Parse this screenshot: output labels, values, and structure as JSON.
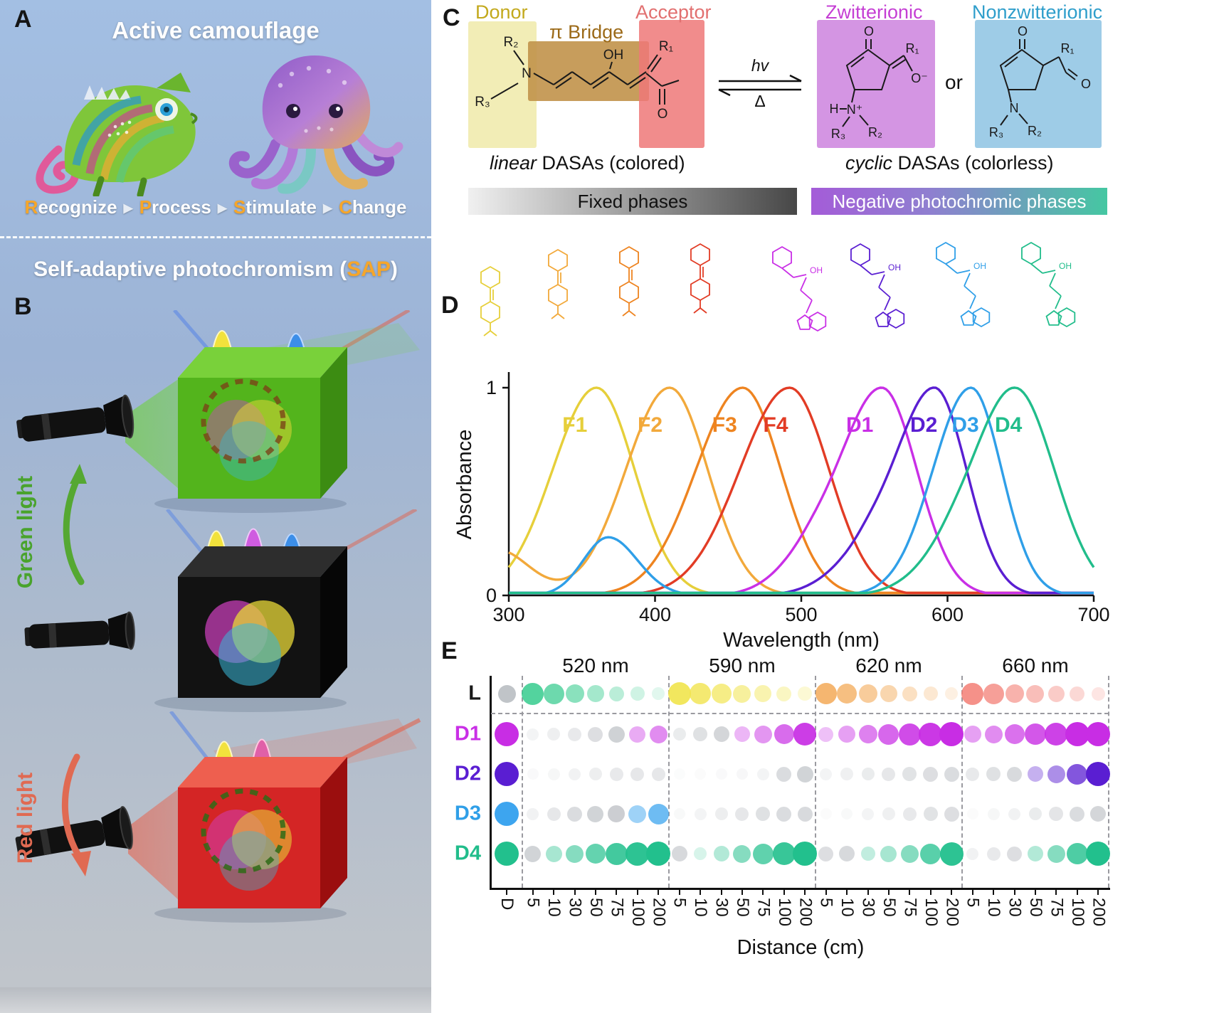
{
  "figure": {
    "panel_labels": {
      "A": "A",
      "B": "B",
      "C": "C",
      "D": "D",
      "E": "E"
    }
  },
  "panelA": {
    "title": "Active camouflage",
    "steps": [
      {
        "head": "R",
        "rest": "ecognize"
      },
      {
        "head": "P",
        "rest": "rocess"
      },
      {
        "head": "S",
        "rest": "timulate"
      },
      {
        "head": "C",
        "rest": "hange"
      }
    ],
    "step_separator": "▶"
  },
  "panelB": {
    "title_prefix": "Self-adaptive photochromism (",
    "title_accent": "SAP",
    "title_suffix": ")",
    "green_label": "Green light",
    "red_label": "Red light"
  },
  "panelC": {
    "donor": "Donor",
    "bridge": "π Bridge",
    "acceptor": "Acceptor",
    "zwitterionic": "Zwitterionic",
    "nonzwitterionic": "Nonzwitterionic",
    "hv": "hv",
    "delta": "Δ",
    "or": "or",
    "linear_italic": "linear",
    "linear_caption": " DASAs (colored)",
    "cyclic_italic": "cyclic",
    "cyclic_caption": " DASAs (colorless)",
    "fixed_phases": "Fixed phases",
    "negative_phases": "Negative photochromic phases",
    "atoms": {
      "r1": "R₁",
      "r2": "R₂",
      "r3": "R₃",
      "n": "N",
      "nplus": "N⁺",
      "oh": "OH",
      "o": "O",
      "ominus": "O⁻",
      "h": "H"
    }
  },
  "chart_data": {
    "type": "line",
    "title": "",
    "xlabel": "Wavelength (nm)",
    "ylabel": "Absorbance",
    "xlim": [
      300,
      700
    ],
    "ylim": [
      0,
      1
    ],
    "xticks": [
      300,
      400,
      500,
      600,
      700
    ],
    "yticks": [
      0,
      1
    ],
    "grid": false,
    "series": [
      {
        "name": "F1",
        "color": "#e6cf3a",
        "peaks": [
          {
            "mu": 360,
            "sl": 30,
            "sr": 26,
            "h": 1
          }
        ]
      },
      {
        "name": "F2",
        "color": "#f2a93b",
        "peaks": [
          {
            "mu": 410,
            "sl": 30,
            "sr": 26,
            "h": 1
          },
          {
            "mu": 292,
            "sl": 16,
            "sr": 22,
            "h": 0.22
          }
        ]
      },
      {
        "name": "F3",
        "color": "#ee8420",
        "peaks": [
          {
            "mu": 460,
            "sl": 32,
            "sr": 26,
            "h": 1
          }
        ]
      },
      {
        "name": "F4",
        "color": "#e23c25",
        "peaks": [
          {
            "mu": 492,
            "sl": 34,
            "sr": 27,
            "h": 1
          }
        ]
      },
      {
        "name": "D1",
        "color": "#c92fe6",
        "peaks": [
          {
            "mu": 555,
            "sl": 30,
            "sr": 24,
            "h": 1
          },
          {
            "mu": 502,
            "sl": 22,
            "sr": 16,
            "h": 0.1
          }
        ]
      },
      {
        "name": "D2",
        "color": "#5a1ed2",
        "peaks": [
          {
            "mu": 591,
            "sl": 28,
            "sr": 22,
            "h": 1
          },
          {
            "mu": 540,
            "sl": 24,
            "sr": 16,
            "h": 0.12
          }
        ]
      },
      {
        "name": "D3",
        "color": "#2f9fe8",
        "peaks": [
          {
            "mu": 616,
            "sl": 26,
            "sr": 21,
            "h": 1
          },
          {
            "mu": 368,
            "sl": 17,
            "sr": 20,
            "h": 0.28
          }
        ]
      },
      {
        "name": "D4",
        "color": "#21bd8b",
        "peaks": [
          {
            "mu": 646,
            "sl": 30,
            "sr": 27,
            "h": 1
          },
          {
            "mu": 596,
            "sl": 24,
            "sr": 16,
            "h": 0.08
          }
        ]
      }
    ]
  },
  "panelE": {
    "wavelength_headers": [
      "520 nm",
      "590 nm",
      "620 nm",
      "660 nm"
    ],
    "xlabel": "Distance (cm)",
    "distance_ticks": [
      "D",
      "5",
      "10",
      "30",
      "50",
      "75",
      "100",
      "200",
      "5",
      "10",
      "30",
      "50",
      "75",
      "100",
      "200",
      "5",
      "10",
      "30",
      "50",
      "75",
      "100",
      "200",
      "5",
      "10",
      "30",
      "50",
      "75",
      "100",
      "200"
    ],
    "palette": {
      "gray": "#8d939b",
      "green": "#35cb8d",
      "yellow": "#f1e44d",
      "orange": "#f2a44c",
      "red": "#f37e74",
      "magenta": "#c82de4",
      "indigo": "#5a1ed2",
      "blue": "#3da5ef",
      "teal": "#22c08d"
    },
    "rows": [
      {
        "label": "L",
        "color": "#1a1a1a",
        "dots": [
          [
            "gray",
            0.55
          ],
          [
            "green",
            0.85
          ],
          [
            "green",
            0.72
          ],
          [
            "green",
            0.58
          ],
          [
            "green",
            0.45
          ],
          [
            "green",
            0.34
          ],
          [
            "green",
            0.24
          ],
          [
            "green",
            0.15
          ],
          [
            "yellow",
            0.9
          ],
          [
            "yellow",
            0.8
          ],
          [
            "yellow",
            0.68
          ],
          [
            "yellow",
            0.55
          ],
          [
            "yellow",
            0.45
          ],
          [
            "yellow",
            0.34
          ],
          [
            "yellow",
            0.24
          ],
          [
            "orange",
            0.8
          ],
          [
            "orange",
            0.7
          ],
          [
            "orange",
            0.56
          ],
          [
            "orange",
            0.45
          ],
          [
            "orange",
            0.34
          ],
          [
            "orange",
            0.25
          ],
          [
            "orange",
            0.16
          ],
          [
            "red",
            0.85
          ],
          [
            "red",
            0.74
          ],
          [
            "red",
            0.6
          ],
          [
            "red",
            0.5
          ],
          [
            "red",
            0.4
          ],
          [
            "red",
            0.3
          ],
          [
            "red",
            0.2
          ]
        ]
      },
      {
        "label": "D1",
        "color": "#c92fe6",
        "dots": [
          [
            "magenta",
            1
          ],
          [
            "gray",
            0.1
          ],
          [
            "gray",
            0.15
          ],
          [
            "gray",
            0.2
          ],
          [
            "gray",
            0.3
          ],
          [
            "gray",
            0.42
          ],
          [
            "magenta",
            0.4
          ],
          [
            "magenta",
            0.55
          ],
          [
            "gray",
            0.18
          ],
          [
            "gray",
            0.28
          ],
          [
            "gray",
            0.38
          ],
          [
            "magenta",
            0.35
          ],
          [
            "magenta",
            0.5
          ],
          [
            "magenta",
            0.7
          ],
          [
            "magenta",
            0.92
          ],
          [
            "magenta",
            0.3
          ],
          [
            "magenta",
            0.45
          ],
          [
            "magenta",
            0.6
          ],
          [
            "magenta",
            0.72
          ],
          [
            "magenta",
            0.85
          ],
          [
            "magenta",
            0.95
          ],
          [
            "magenta",
            1
          ],
          [
            "magenta",
            0.45
          ],
          [
            "magenta",
            0.55
          ],
          [
            "magenta",
            0.68
          ],
          [
            "magenta",
            0.8
          ],
          [
            "magenta",
            0.9
          ],
          [
            "magenta",
            1
          ],
          [
            "magenta",
            1
          ]
        ]
      },
      {
        "label": "D2",
        "color": "#5a1ed2",
        "dots": [
          [
            "indigo",
            1
          ],
          [
            "gray",
            0.05
          ],
          [
            "gray",
            0.08
          ],
          [
            "gray",
            0.12
          ],
          [
            "gray",
            0.16
          ],
          [
            "gray",
            0.2
          ],
          [
            "gray",
            0.22
          ],
          [
            "gray",
            0.22
          ],
          [
            "gray",
            0.03
          ],
          [
            "gray",
            0.04
          ],
          [
            "gray",
            0.05
          ],
          [
            "gray",
            0.07
          ],
          [
            "gray",
            0.1
          ],
          [
            "gray",
            0.32
          ],
          [
            "gray",
            0.4
          ],
          [
            "gray",
            0.1
          ],
          [
            "gray",
            0.14
          ],
          [
            "gray",
            0.18
          ],
          [
            "gray",
            0.22
          ],
          [
            "gray",
            0.26
          ],
          [
            "gray",
            0.3
          ],
          [
            "gray",
            0.32
          ],
          [
            "gray",
            0.2
          ],
          [
            "gray",
            0.28
          ],
          [
            "gray",
            0.34
          ],
          [
            "indigo",
            0.35
          ],
          [
            "indigo",
            0.5
          ],
          [
            "indigo",
            0.75
          ],
          [
            "indigo",
            1
          ]
        ]
      },
      {
        "label": "D3",
        "color": "#2f9fe8",
        "dots": [
          [
            "blue",
            1
          ],
          [
            "gray",
            0.12
          ],
          [
            "gray",
            0.22
          ],
          [
            "gray",
            0.32
          ],
          [
            "gray",
            0.4
          ],
          [
            "gray",
            0.45
          ],
          [
            "blue",
            0.5
          ],
          [
            "blue",
            0.75
          ],
          [
            "gray",
            0.06
          ],
          [
            "gray",
            0.1
          ],
          [
            "gray",
            0.16
          ],
          [
            "gray",
            0.22
          ],
          [
            "gray",
            0.28
          ],
          [
            "gray",
            0.32
          ],
          [
            "gray",
            0.34
          ],
          [
            "gray",
            0.04
          ],
          [
            "gray",
            0.06
          ],
          [
            "gray",
            0.1
          ],
          [
            "gray",
            0.14
          ],
          [
            "gray",
            0.2
          ],
          [
            "gray",
            0.26
          ],
          [
            "gray",
            0.3
          ],
          [
            "gray",
            0.04
          ],
          [
            "gray",
            0.08
          ],
          [
            "gray",
            0.12
          ],
          [
            "gray",
            0.18
          ],
          [
            "gray",
            0.24
          ],
          [
            "gray",
            0.32
          ],
          [
            "gray",
            0.38
          ]
        ]
      },
      {
        "label": "D4",
        "color": "#21bd8b",
        "dots": [
          [
            "teal",
            1
          ],
          [
            "gray",
            0.4
          ],
          [
            "teal",
            0.4
          ],
          [
            "teal",
            0.55
          ],
          [
            "teal",
            0.7
          ],
          [
            "teal",
            0.85
          ],
          [
            "teal",
            0.95
          ],
          [
            "teal",
            1
          ],
          [
            "gray",
            0.35
          ],
          [
            "teal",
            0.18
          ],
          [
            "teal",
            0.35
          ],
          [
            "teal",
            0.55
          ],
          [
            "teal",
            0.72
          ],
          [
            "teal",
            0.9
          ],
          [
            "teal",
            1
          ],
          [
            "gray",
            0.3
          ],
          [
            "gray",
            0.35
          ],
          [
            "teal",
            0.28
          ],
          [
            "teal",
            0.4
          ],
          [
            "teal",
            0.55
          ],
          [
            "teal",
            0.75
          ],
          [
            "teal",
            0.95
          ],
          [
            "gray",
            0.12
          ],
          [
            "gray",
            0.2
          ],
          [
            "gray",
            0.3
          ],
          [
            "teal",
            0.35
          ],
          [
            "teal",
            0.55
          ],
          [
            "teal",
            0.8
          ],
          [
            "teal",
            1
          ]
        ]
      }
    ]
  }
}
